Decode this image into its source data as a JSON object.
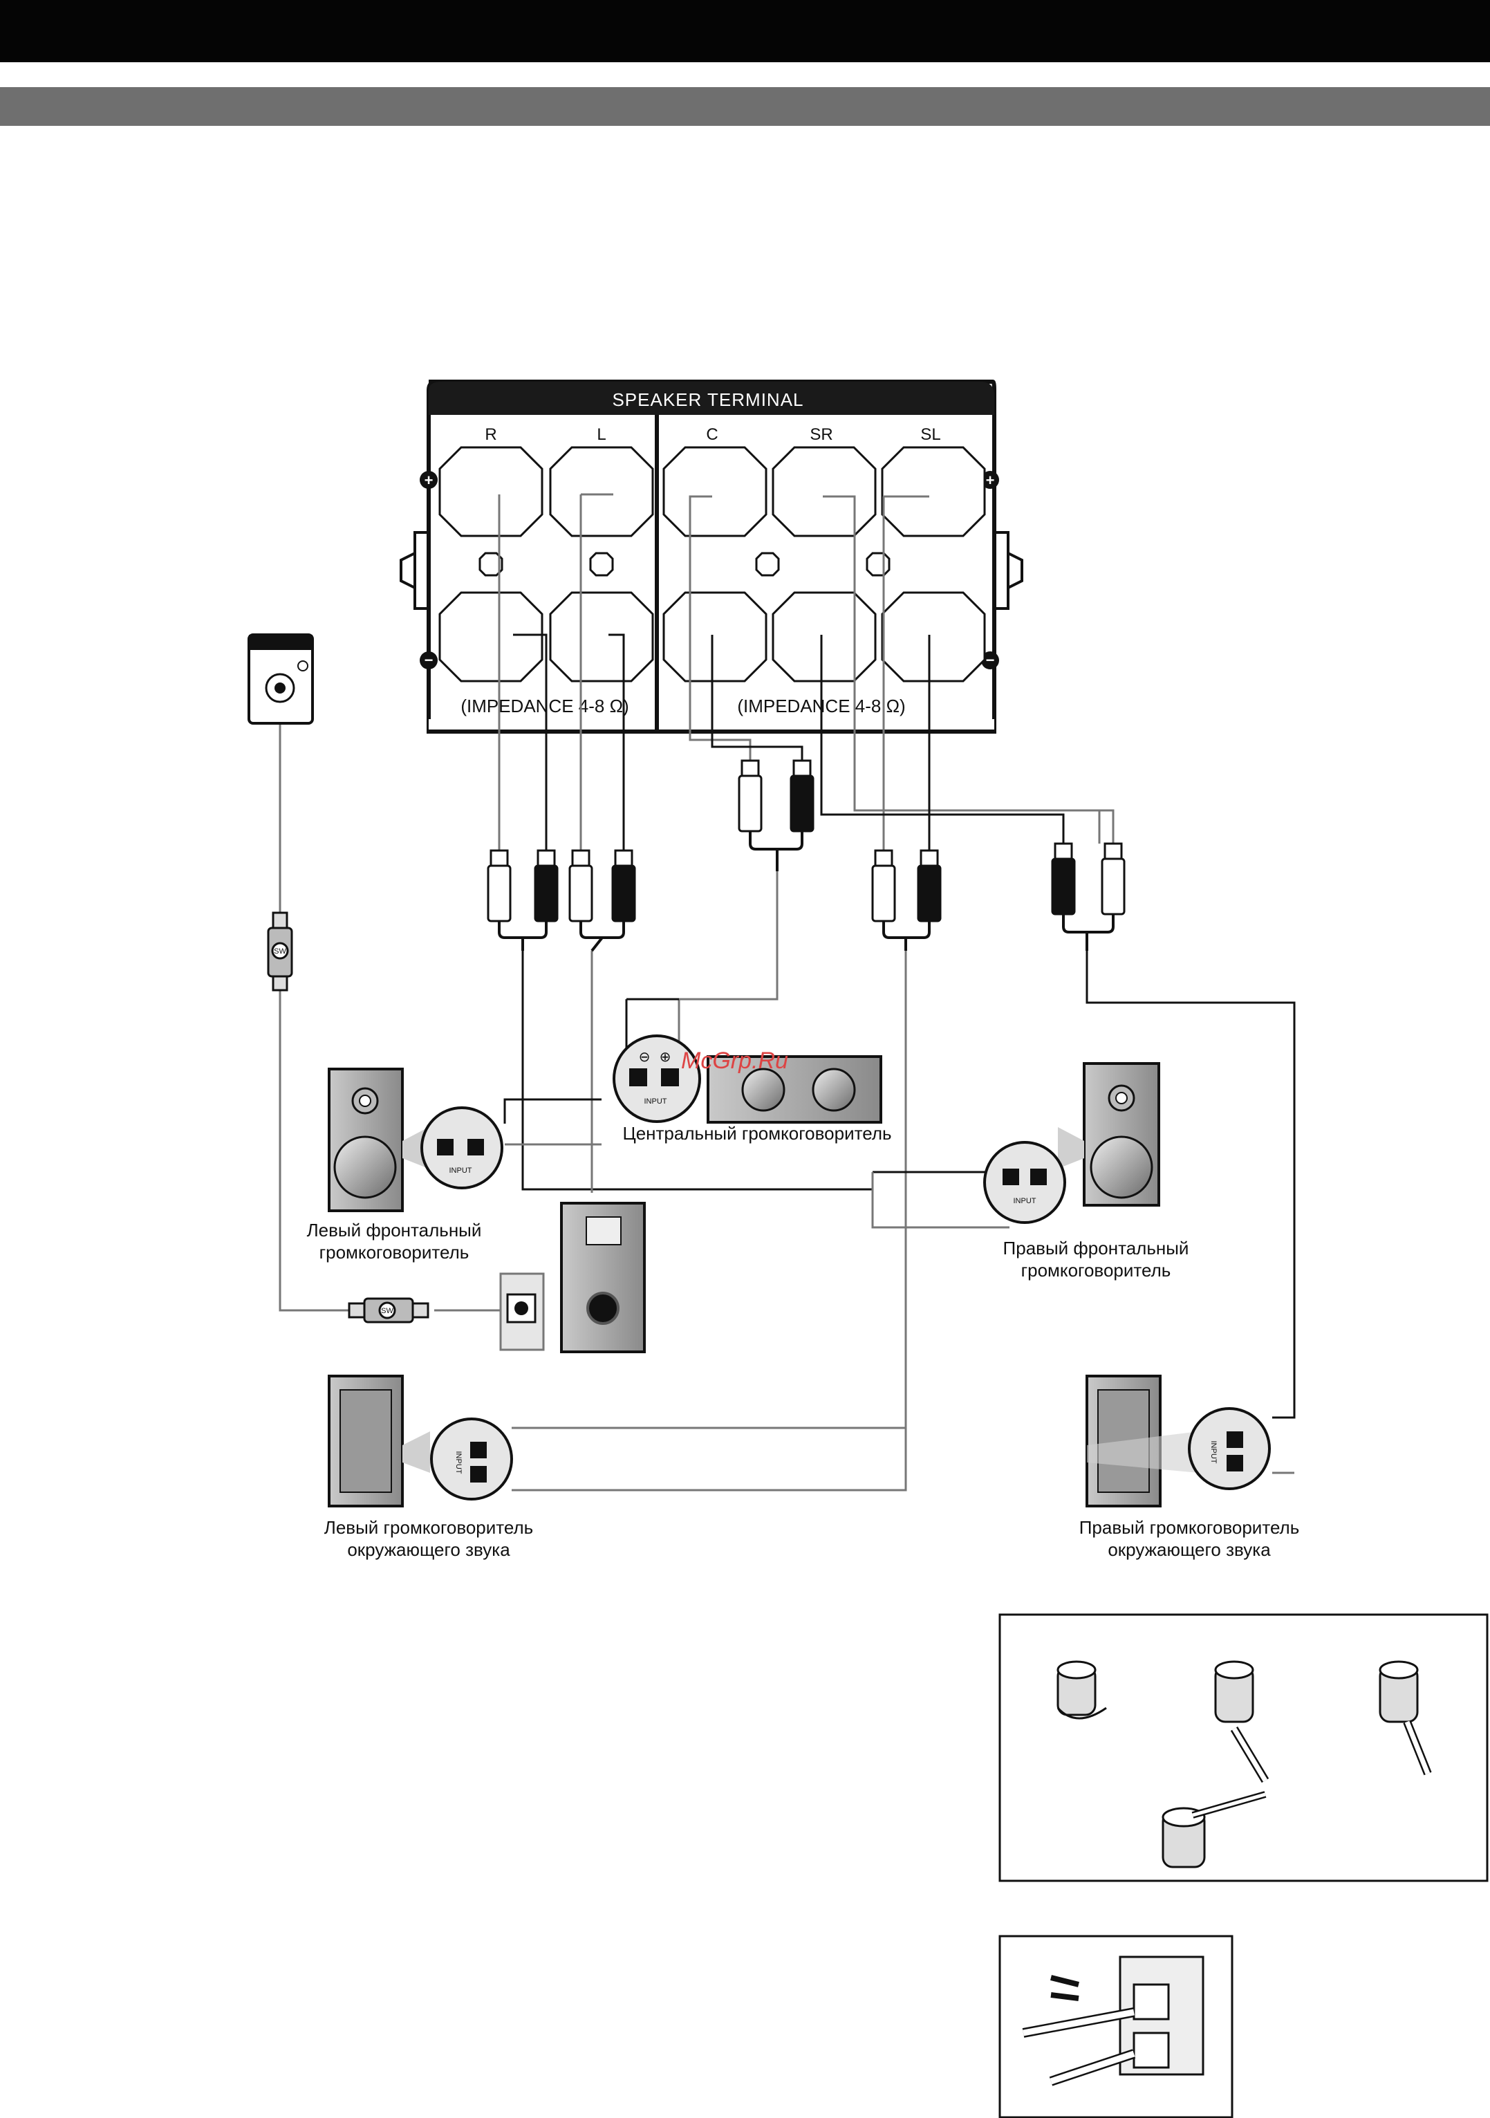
{
  "panel": {
    "title": "SPEAKER TERMINAL",
    "channels": [
      "R",
      "L",
      "C",
      "SR",
      "SL"
    ],
    "impedance_left": "(IMPEDANCE 4-8  Ω)",
    "impedance_right": "(IMPEDANCE 4-8  Ω)"
  },
  "speakers": {
    "center": [
      "Центральный громкоговоритель"
    ],
    "front_left": [
      "Левый фронтальный",
      "громкоговоритель"
    ],
    "front_right": [
      "Правый фронтальный",
      "громкоговоритель"
    ],
    "surround_left": [
      "Левый громкоговоритель",
      "окружающего звука"
    ],
    "surround_right": [
      "Правый громкоговоритель",
      "окружающего звука"
    ]
  },
  "input_label": "INPUT",
  "sw_label": "SW",
  "watermark": "McGrp.Ru",
  "colors": {
    "wire_dark": "#111111",
    "wire_gray": "#777777",
    "panel": "#1a1a1a"
  }
}
